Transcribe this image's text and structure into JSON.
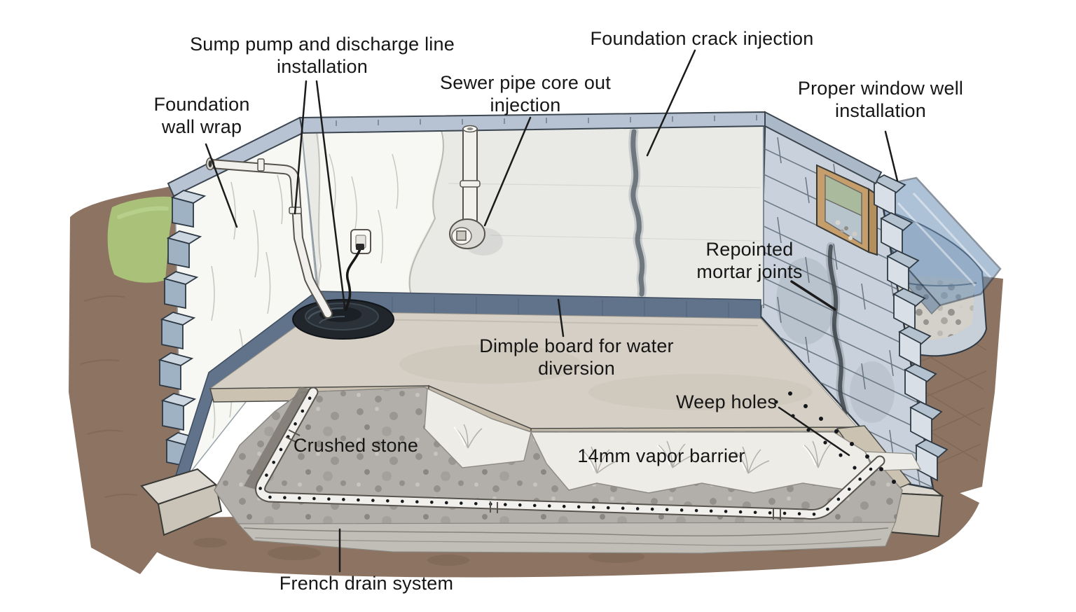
{
  "diagram": {
    "type": "basement-waterproofing-cutaway",
    "labels": {
      "sump_pump": {
        "text": "Sump pump and discharge line\ninstallation"
      },
      "foundation_wall_wrap": {
        "text": "Foundation\nwall wrap"
      },
      "sewer_pipe": {
        "text": "Sewer pipe core out\ninjection"
      },
      "foundation_crack": {
        "text": "Foundation crack injection"
      },
      "window_well": {
        "text": "Proper window well\ninstallation"
      },
      "repointed_mortar": {
        "text": "Repointed\nmortar joints"
      },
      "dimple_board": {
        "text": "Dimple board for water\ndiversion"
      },
      "weep_holes": {
        "text": "Weep holes"
      },
      "crushed_stone": {
        "text": "Crushed stone"
      },
      "vapor_barrier": {
        "text": "14mm vapor barrier"
      },
      "french_drain": {
        "text": "French drain system"
      }
    },
    "palette": {
      "background": "#ffffff",
      "label_text": "#161616",
      "leader_line": "#1b1b1b",
      "soil": "#8d7362",
      "grass": "#a9c178",
      "block_face": "#c9d2dc",
      "mortar_joint": "#5d6b79",
      "cut_block": "#9fb2c4",
      "wall_wrap": "#f7f7f3",
      "back_wall": "#e9e9e6",
      "dimple_board_band": "#60738a",
      "top_cap": "#b7c3d2",
      "floor_slab": "#d5cfc5",
      "slab_edge": "#cbc2b2",
      "crushed_stone": "#b2afaa",
      "vapor_barrier": "#eeece7",
      "pipe_white": "#f1f0ec",
      "sump_lid": "#232a31",
      "window_frame": "#c59e6b",
      "window_glass_upper": "#a9bb9c",
      "window_glass_lower": "#b7c4cc",
      "well_cover_blue": "#6d92b8",
      "footing": "#ddd8cf"
    }
  }
}
